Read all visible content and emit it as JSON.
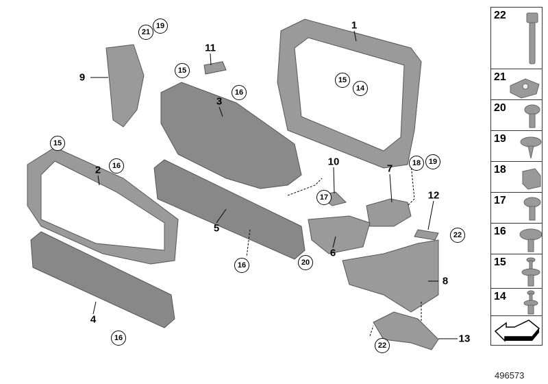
{
  "diagram": {
    "part_labels": [
      "1",
      "2",
      "3",
      "4",
      "5",
      "6",
      "7",
      "8",
      "9",
      "10",
      "11",
      "12",
      "13"
    ],
    "callouts": {
      "c21a": "21",
      "c19a": "19",
      "c15a": "15",
      "c16a": "16",
      "c15b": "15",
      "c14a": "14",
      "c15c": "15",
      "c16b": "16",
      "c17a": "17",
      "c18a": "18",
      "c19b": "19",
      "c22a": "22",
      "c16c": "16",
      "c20a": "20",
      "c16d": "16",
      "c22b": "22"
    },
    "legend": [
      {
        "num": "22",
        "icon": "hex-bolt"
      },
      {
        "num": "21",
        "icon": "clip-nut"
      },
      {
        "num": "20",
        "icon": "torx-screw"
      },
      {
        "num": "19",
        "icon": "washer-screw"
      },
      {
        "num": "18",
        "icon": "nut-clip"
      },
      {
        "num": "17",
        "icon": "hex-screw"
      },
      {
        "num": "16",
        "icon": "collar-screw"
      },
      {
        "num": "15",
        "icon": "expansion-rivet"
      },
      {
        "num": "14",
        "icon": "expansion-rivet-small"
      }
    ],
    "image_id": "496573"
  }
}
